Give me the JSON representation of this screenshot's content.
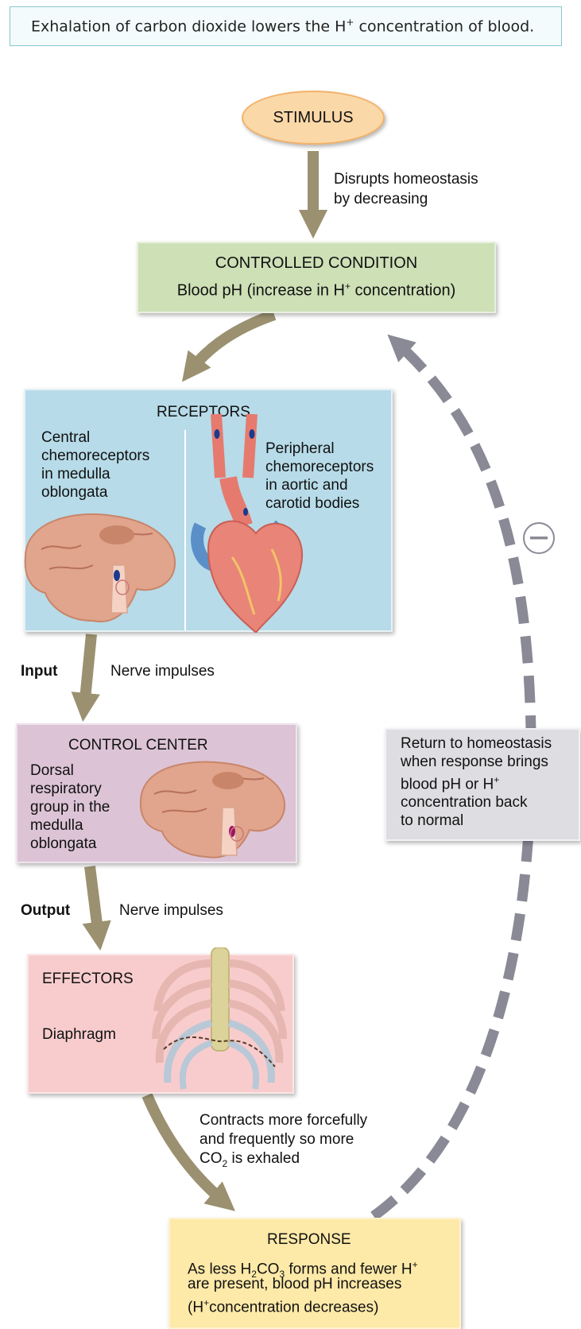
{
  "caption": {
    "pre": "Exhalation of carbon dioxide lowers the H",
    "sup": "+",
    "post": " concentration of blood."
  },
  "stimulus": {
    "label": "STIMULUS"
  },
  "stimulus_arrow": {
    "line1": "Disrupts homeostasis",
    "line2": "by decreasing"
  },
  "controlled_condition": {
    "title": "CONTROLLED CONDITION",
    "text_pre": "Blood pH (increase in H",
    "text_sup": "+",
    "text_post": " concentration)"
  },
  "receptors": {
    "title": "RECEPTORS",
    "central": [
      "Central",
      "chemoreceptors",
      "in medulla",
      "oblongata"
    ],
    "peripheral": [
      "Peripheral",
      "chemoreceptors",
      "in aortic and",
      "carotid bodies"
    ]
  },
  "input": {
    "label": "Input",
    "text": "Nerve impulses"
  },
  "control_center": {
    "title": "CONTROL CENTER",
    "lines": [
      "Dorsal",
      "respiratory",
      "group in the",
      "medulla",
      "oblongata"
    ]
  },
  "output": {
    "label": "Output",
    "text": "Nerve impulses"
  },
  "effectors": {
    "title": "EFFECTORS",
    "text": "Diaphragm"
  },
  "effector_arrow": {
    "line1": "Contracts more forcefully",
    "line2": "and frequently so more",
    "line3_pre": "CO",
    "line3_sub": "2",
    "line3_post": " is exhaled"
  },
  "response": {
    "title": "RESPONSE",
    "l1_a": "As less H",
    "l1_b": "2",
    "l1_c": "CO",
    "l1_d": "3",
    "l1_e": " forms and fewer H",
    "l1_f": "+",
    "l2": "are present, blood pH increases",
    "l3_a": "(H",
    "l3_b": "+",
    "l3_c": "concentration decreases)"
  },
  "feedback": {
    "symbol": "−",
    "lines": [
      "Return to homeostasis",
      "when response brings"
    ],
    "line3_pre": "blood pH or H",
    "line3_sup": "+",
    "lines_end": [
      "concentration back",
      "to normal"
    ]
  },
  "colors": {
    "arrow": "#9b9170",
    "dashed": "#8a8a96",
    "stimulus": "#fbd8a8",
    "controlled": "#cde0b6",
    "receptors": "#b7dbe8",
    "control_center": "#dcc4d6",
    "effectors": "#f8cccd",
    "response": "#fde9a8"
  }
}
